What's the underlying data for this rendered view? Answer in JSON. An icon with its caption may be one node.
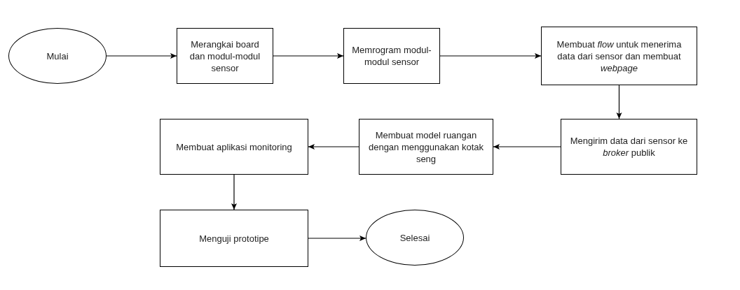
{
  "diagram": {
    "nodes": [
      {
        "text": [
          "Mulai"
        ]
      },
      {
        "text": [
          "Merangkai board dan modul-modul sensor"
        ]
      },
      {
        "text": [
          "Memrogram modul-modul sensor"
        ]
      },
      {
        "text": [
          "Membuat *flow* untuk menerima data dari sensor dan membuat *webpage*"
        ]
      },
      {
        "text": [
          "Mengirim data dari sensor ke *broker* publik"
        ]
      },
      {
        "text": [
          "Membuat model ruangan dengan menggunakan kotak seng"
        ]
      },
      {
        "text": [
          "Membuat aplikasi monitoring"
        ]
      },
      {
        "text": [
          "Menguji prototipe"
        ]
      },
      {
        "text": [
          "Selesai"
        ]
      }
    ],
    "edges": [
      {
        "from": 0,
        "to": 1,
        "arrow": "to"
      },
      {
        "from": 1,
        "to": 2,
        "arrow": "to"
      },
      {
        "from": 2,
        "to": 3,
        "arrow": "to"
      },
      {
        "from": 3,
        "to": 4,
        "arrow": "to"
      },
      {
        "from": 4,
        "to": 5,
        "arrow": "to"
      },
      {
        "from": 5,
        "to": 6,
        "arrow": "to"
      },
      {
        "from": 6,
        "to": 7,
        "arrow": "to"
      },
      {
        "from": 7,
        "to": 8,
        "arrow": "to"
      }
    ]
  }
}
